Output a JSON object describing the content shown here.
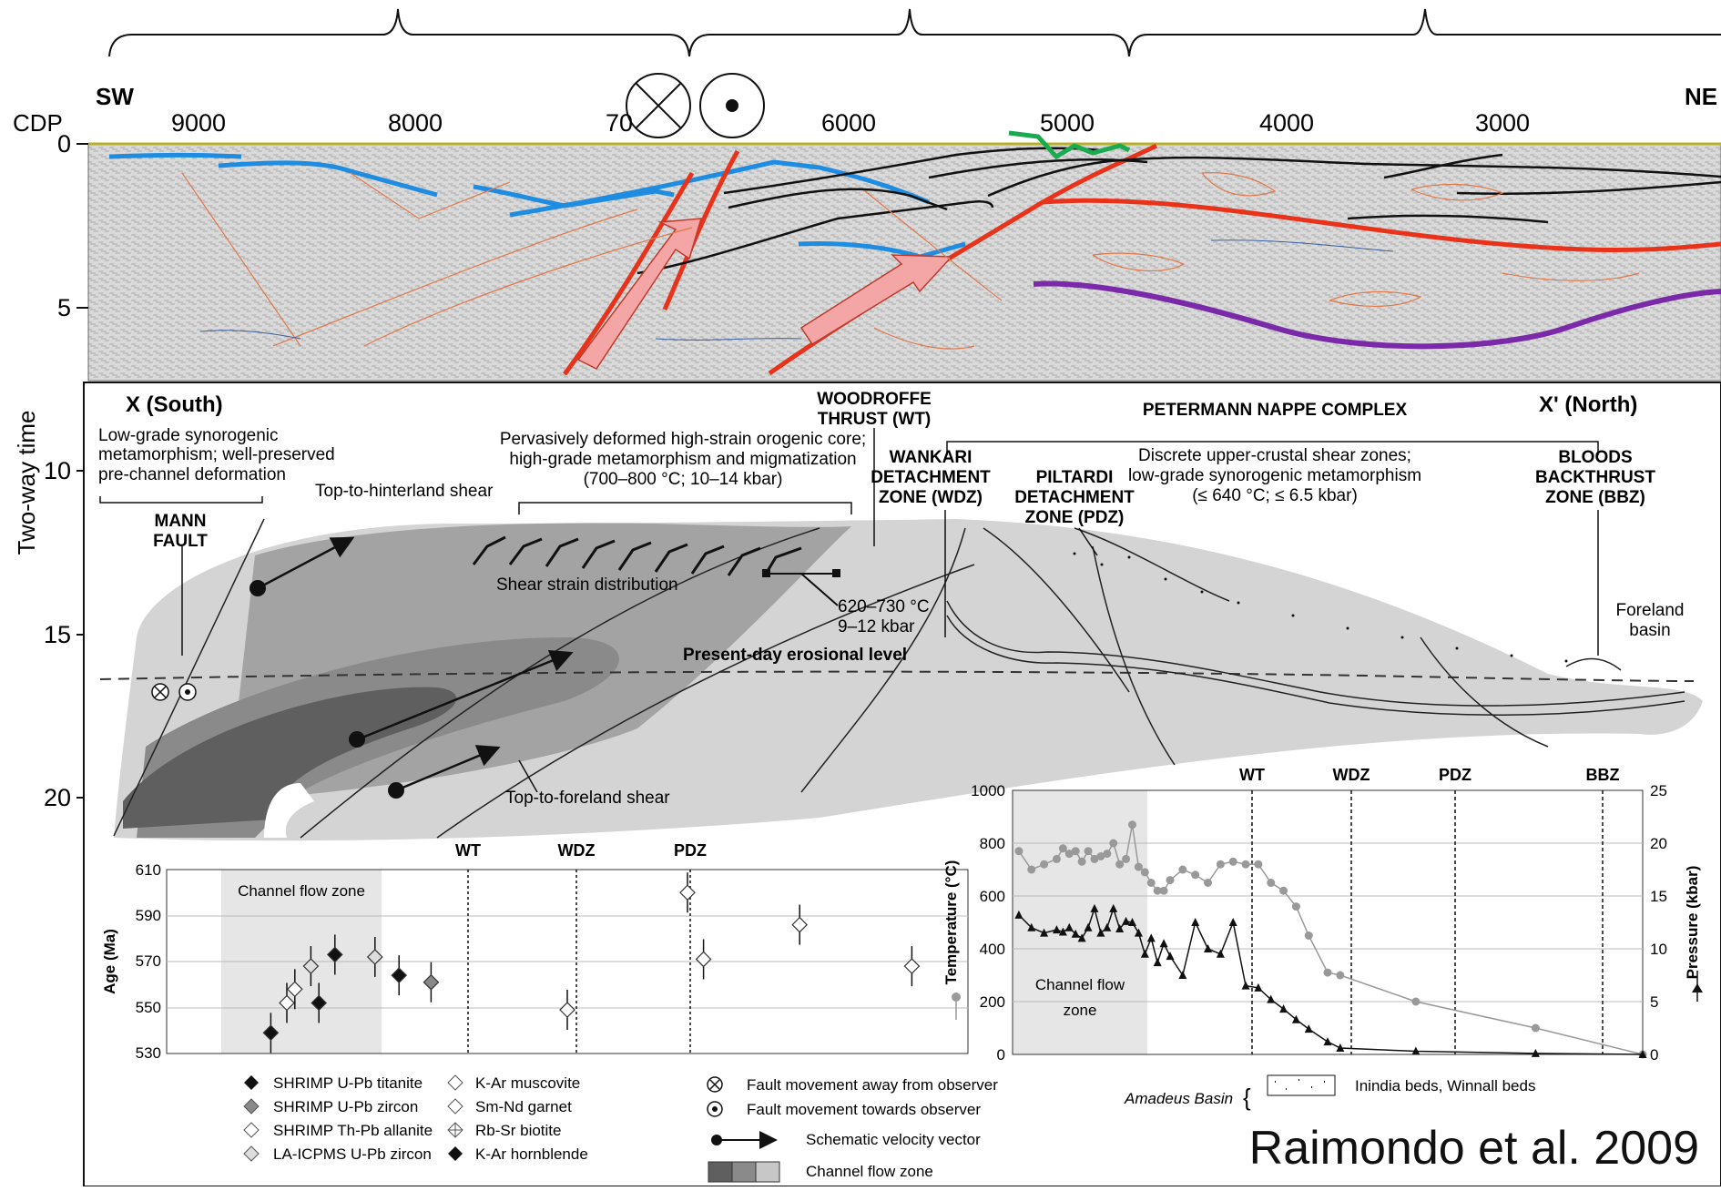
{
  "seismic": {
    "sw": "SW",
    "ne": "NE",
    "cdp_label": "CDP",
    "cdp_ticks": [
      "9000",
      "8000",
      "70",
      "6000",
      "5000",
      "4000",
      "3000"
    ],
    "depth_ticks": [
      "0",
      "5",
      "10",
      "15",
      "20"
    ],
    "axis_label": "Two-way time"
  },
  "section": {
    "left_end": "X (South)",
    "right_end": "X' (North)",
    "low_grade_note": [
      "Low-grade synorogenic",
      "metamorphism; well-preserved",
      "pre-channel deformation"
    ],
    "mann_fault": [
      "MANN",
      "FAULT"
    ],
    "hinterland_shear": "Top-to-hinterland shear",
    "core_note": [
      "Pervasively deformed high-strain orogenic core;",
      "high-grade metamorphism and migmatization",
      "(700–800 °C; 10–14 kbar)"
    ],
    "woodroffe": [
      "WOODROFFE",
      "THRUST (WT)"
    ],
    "petermann": "PETERMANN NAPPE COMPLEX",
    "wankari": [
      "WANKARI",
      "DETACHMENT",
      "ZONE (WDZ)"
    ],
    "piltardi": [
      "PILTARDI",
      "DETACHMENT",
      "ZONE (PDZ)"
    ],
    "upper_crustal": [
      "Discrete upper-crustal shear zones;",
      "low-grade synorogenic metamorphism",
      "(≤ 640 °C; ≤ 6.5 kbar)"
    ],
    "bloods": [
      "BLOODS",
      "BACKTHRUST",
      "ZONE (BBZ)"
    ],
    "foreland": [
      "Foreland",
      "basin"
    ],
    "shear_strain": "Shear strain distribution",
    "pt_label": [
      "620–730 °C",
      "9–12 kbar"
    ],
    "erosional": "Present-day erosional level",
    "foreland_shear": "Top-to-foreland shear"
  },
  "age_chart": {
    "title": "",
    "ylabel": "Age (Ma)",
    "yticks": [
      "610",
      "590",
      "570",
      "550",
      "530"
    ],
    "zone_label": "Channel flow zone",
    "markers": [
      "WT",
      "WDZ",
      "PDZ"
    ]
  },
  "pt_chart": {
    "ylabel_left": "Temperature (°C)",
    "ylabel_right": "Pressure (kbar)",
    "yticks_left": [
      "1000",
      "800",
      "600",
      "400",
      "200",
      "0"
    ],
    "yticks_right": [
      "25",
      "20",
      "15",
      "10",
      "5",
      "0"
    ],
    "zone_label": [
      "Channel flow",
      "zone"
    ],
    "markers": [
      "WT",
      "WDZ",
      "PDZ",
      "BBZ"
    ]
  },
  "legend": {
    "items": [
      "SHRIMP U-Pb titanite",
      "SHRIMP U-Pb zircon",
      "SHRIMP Th-Pb allanite",
      "LA-ICPMS U-Pb zircon",
      "K-Ar muscovite",
      "Sm-Nd garnet",
      "Rb-Sr biotite",
      "K-Ar hornblende",
      "Fault movement away from observer",
      "Fault movement towards observer",
      "Schematic velocity vector",
      "Channel flow zone",
      "Amadeus Basin",
      "Inindia beds, Winnall beds"
    ]
  },
  "credit": "Raimondo et al. 2009",
  "chart_data": [
    {
      "type": "scatter",
      "title": "",
      "xlabel": "",
      "ylabel": "Age (Ma)",
      "ylim": [
        530,
        610
      ],
      "yticks": [
        530,
        550,
        570,
        590,
        610
      ],
      "points": [
        {
          "x": 0.13,
          "y": 539,
          "series": "SHRIMP U-Pb titanite"
        },
        {
          "x": 0.19,
          "y": 552,
          "series": "SHRIMP U-Pb titanite"
        },
        {
          "x": 0.21,
          "y": 573,
          "series": "SHRIMP U-Pb titanite"
        },
        {
          "x": 0.33,
          "y": 561,
          "series": "SHRIMP U-Pb zircon"
        },
        {
          "x": 0.15,
          "y": 552,
          "series": "SHRIMP Th-Pb allanite"
        },
        {
          "x": 0.16,
          "y": 558,
          "series": "SHRIMP Th-Pb allanite"
        },
        {
          "x": 0.18,
          "y": 568,
          "series": "LA-ICPMS U-Pb zircon"
        },
        {
          "x": 0.26,
          "y": 572,
          "series": "LA-ICPMS U-Pb zircon"
        },
        {
          "x": 0.29,
          "y": 564,
          "series": "K-Ar hornblende"
        },
        {
          "x": 0.5,
          "y": 549,
          "series": "Sm-Nd garnet"
        },
        {
          "x": 0.65,
          "y": 600,
          "series": "Rb-Sr biotite"
        },
        {
          "x": 0.67,
          "y": 571,
          "series": "Rb-Sr biotite"
        },
        {
          "x": 0.79,
          "y": 586,
          "series": "K-Ar muscovite"
        },
        {
          "x": 0.93,
          "y": 568,
          "series": "K-Ar muscovite"
        }
      ],
      "markers": [
        "WT",
        "WDZ",
        "PDZ"
      ]
    },
    {
      "type": "line",
      "title": "",
      "ylabel_left": "Temperature (°C)",
      "ylabel_right": "Pressure (kbar)",
      "ylim_left": [
        0,
        1000
      ],
      "ylim_right": [
        0,
        25
      ],
      "series": [
        {
          "name": "",
          "axis": "left",
          "x": [
            0.01,
            0.03,
            0.05,
            0.07,
            0.08,
            0.09,
            0.1,
            0.11,
            0.12,
            0.13,
            0.14,
            0.15,
            0.16,
            0.17,
            0.18,
            0.19,
            0.2,
            0.21,
            0.22,
            0.23,
            0.24,
            0.25,
            0.27,
            0.29,
            0.31,
            0.33,
            0.35,
            0.37,
            0.39,
            0.41,
            0.43,
            0.45,
            0.47,
            0.5,
            0.52,
            0.64,
            0.83,
            1.0
          ],
          "y": [
            770,
            700,
            720,
            740,
            780,
            760,
            770,
            730,
            770,
            740,
            750,
            760,
            800,
            720,
            740,
            870,
            710,
            690,
            650,
            620,
            620,
            660,
            700,
            680,
            650,
            720,
            730,
            720,
            720,
            650,
            620,
            560,
            450,
            310,
            300,
            200,
            100,
            0
          ]
        },
        {
          "name": "",
          "axis": "right",
          "x": [
            0.01,
            0.03,
            0.05,
            0.07,
            0.08,
            0.09,
            0.1,
            0.11,
            0.12,
            0.13,
            0.14,
            0.15,
            0.16,
            0.17,
            0.18,
            0.19,
            0.2,
            0.21,
            0.22,
            0.23,
            0.24,
            0.25,
            0.27,
            0.29,
            0.31,
            0.33,
            0.35,
            0.37,
            0.39,
            0.41,
            0.43,
            0.45,
            0.47,
            0.5,
            0.52,
            0.64,
            0.83,
            1.0
          ],
          "y": [
            13.2,
            12,
            11.5,
            11.8,
            11.6,
            12,
            11.4,
            11,
            12,
            13.8,
            11.5,
            12,
            13.8,
            11.9,
            12.6,
            12.5,
            11.5,
            9.5,
            11,
            8.7,
            10.5,
            9.3,
            7.5,
            12.5,
            10,
            9.5,
            12.5,
            6.5,
            6.3,
            5.2,
            4.3,
            3.3,
            2.4,
            1.2,
            0.6,
            0.3,
            0.1,
            0
          ]
        }
      ],
      "markers": [
        "WT",
        "WDZ",
        "PDZ",
        "BBZ"
      ]
    }
  ]
}
